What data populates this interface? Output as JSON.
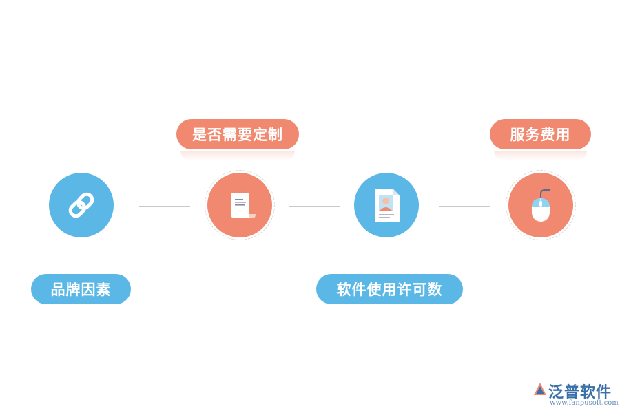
{
  "items": [
    {
      "label": "品牌因素",
      "icon": "link-icon",
      "color": "#5bb8e6"
    },
    {
      "label": "是否需要定制",
      "icon": "scroll-document-icon",
      "color": "#f0896f"
    },
    {
      "label": "软件使用许可数",
      "icon": "id-card-document-icon",
      "color": "#5bb8e6"
    },
    {
      "label": "服务费用",
      "icon": "mouse-icon",
      "color": "#f0896f"
    }
  ],
  "logo": {
    "name": "泛普软件",
    "url": "www.fanpusoft.com"
  }
}
